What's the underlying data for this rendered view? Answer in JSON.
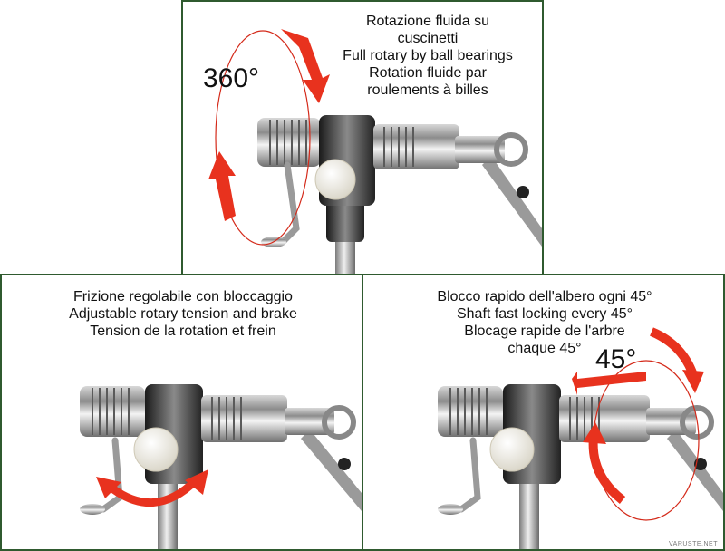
{
  "top_panel": {
    "caption": [
      "Rotazione fluida su",
      "cuscinetti",
      "Full rotary by ball bearings",
      "Rotation fluide par",
      "roulements à billes"
    ],
    "angle": "360°"
  },
  "left_panel": {
    "caption": [
      "Frizione regolabile con bloccaggio",
      "Adjustable rotary tension and brake",
      "Tension de la rotation et frein"
    ]
  },
  "right_panel": {
    "caption": [
      "Blocco rapido dell'albero ogni 45°",
      "Shaft fast locking every 45°",
      "Blocage rapide de l'arbre",
      "chaque 45°"
    ],
    "angle": "45°"
  },
  "watermark": "VARUSTE.NET",
  "colors": {
    "border": "#2f5a2f",
    "arrow": "#e8321e",
    "metal": "#b8b8b8",
    "knob": "#f2f0e8"
  }
}
